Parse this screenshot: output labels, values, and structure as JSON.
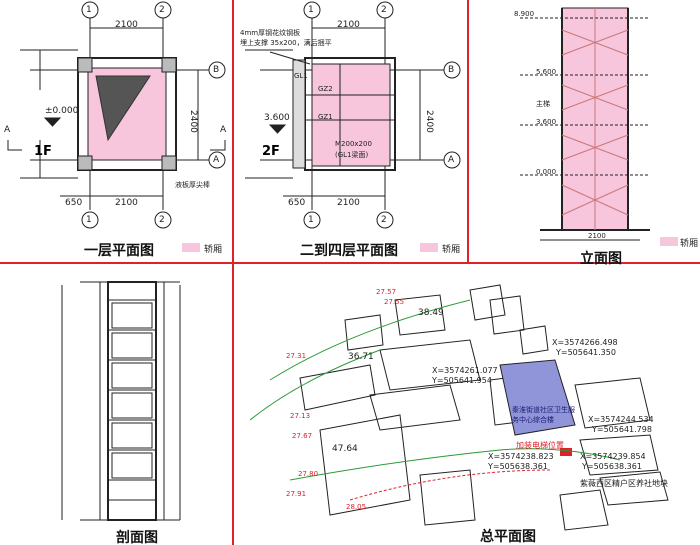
{
  "panels": {
    "floor1": {
      "title": "一层平面图",
      "legend": "轿厢",
      "grid_top": [
        "1",
        "2"
      ],
      "grid_bottom": [
        "1",
        "2"
      ],
      "grid_side": [
        "B",
        "A"
      ],
      "dim_top": "2100",
      "dim_bottom_left": "650",
      "dim_bottom_right": "2100",
      "dim_side": "2400",
      "level": "±0.000",
      "floor": "1F",
      "section_mark": "A",
      "note": "液板厚尖棒"
    },
    "floor2to4": {
      "title": "二到四层平面图",
      "legend": "轿厢",
      "grid_top": [
        "1",
        "2"
      ],
      "grid_bottom": [
        "1",
        "2"
      ],
      "grid_side": [
        "B",
        "A"
      ],
      "dim_top": "2100",
      "dim_bottom_left": "650",
      "dim_bottom_right": "2100",
      "dim_side": "2400",
      "level": "3.600",
      "floor": "2F",
      "note1": "4mm厚钢花纹钢板",
      "note2": "埋上支撑 35x200，满后捆平",
      "gz1": "GZ1",
      "gz2": "GZ2",
      "gl1": "GL1",
      "beam_note1": "M200x200",
      "beam_note2": "(GL1梁面)"
    },
    "elevation": {
      "title": "立面图",
      "legend": "轿厢",
      "levels": [
        "8.900",
        "5.600",
        "3.600",
        "0.000"
      ],
      "tag": "主梯",
      "bottom_dim": "2100"
    },
    "section": {
      "title": "剖面图"
    },
    "site": {
      "title": "总平面图",
      "labels": {
        "coord1": "X=3574266.498",
        "coord1b": "Y=505641.350",
        "coord2": "X=3574261.077",
        "coord2b": "Y=505641.954",
        "coord3": "X=3574244.534",
        "coord3b": "Y=505641.798",
        "coord4": "X=3574238.823",
        "coord4b": "Y=505638.361",
        "coord5": "X=3574239.854",
        "coord5b": "Y=505638.361",
        "elev1": "38.49",
        "elev2": "36.71",
        "elev3": "47.64",
        "bldg": "秦淮街道社区卫生服务中心综合楼",
        "lift": "加装电梯位置",
        "south": "紫薇西区精户区养社地块",
        "s1": "27.57",
        "s2": "27.55",
        "s3": "27.31",
        "s4": "27.13",
        "s5": "27.67",
        "s6": "27.91",
        "s7": "28.05",
        "s8": "27.80"
      }
    }
  },
  "colors": {
    "pink": "#f7c6dc",
    "blue": "#8f95d8",
    "red": "#e0202a",
    "green": "#2a9a36",
    "line": "#222222"
  }
}
